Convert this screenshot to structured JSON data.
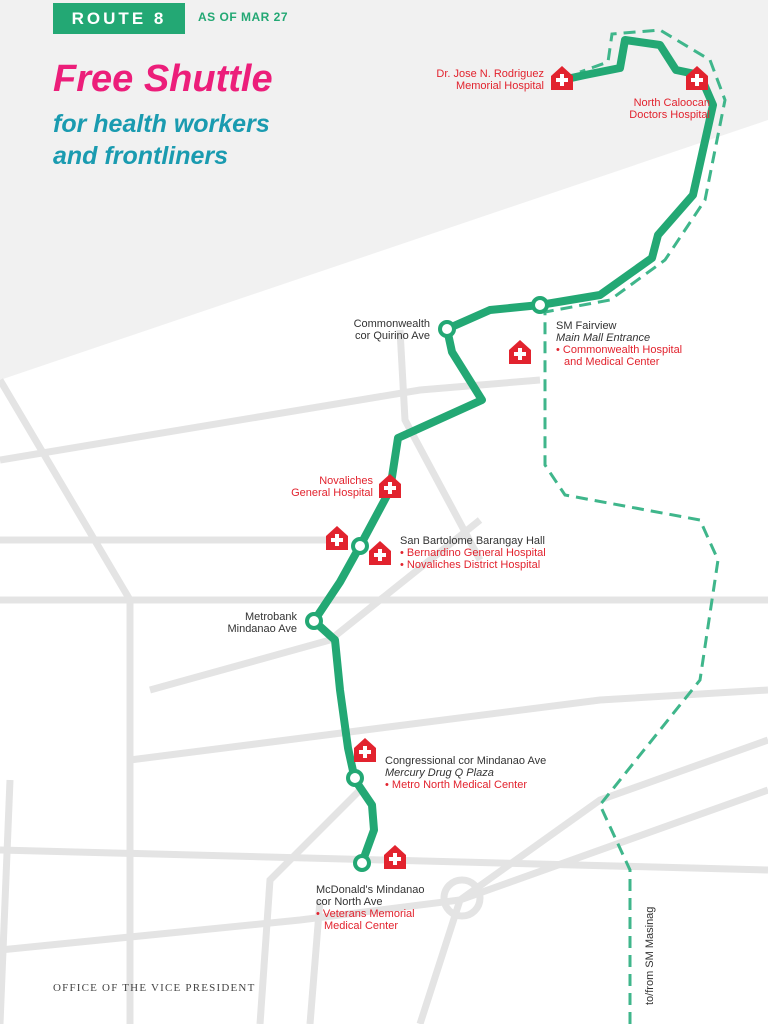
{
  "header": {
    "route_label": "ROUTE 8",
    "as_of": "AS OF MAR 27",
    "title": "Free Shuttle",
    "subtitle_line1": "for health workers",
    "subtitle_line2": "and frontliners"
  },
  "colors": {
    "route": "#23a874",
    "title": "#ec1e7a",
    "subtitle": "#1a9bb0",
    "hospital": "#e2232e"
  },
  "stops": {
    "rodriguez": {
      "hospital_line1": "Dr. Jose N. Rodriguez",
      "hospital_line2": "Memorial Hospital"
    },
    "caloocan": {
      "hospital_line1": "North Caloocan",
      "hospital_line2": "Doctors Hospital"
    },
    "fairview": {
      "name": "SM Fairview",
      "detail": "Main Mall Entrance",
      "hospital_line1": "• Commonwealth Hospital",
      "hospital_line2": "and Medical Center"
    },
    "commonwealth": {
      "name_line1": "Commonwealth",
      "name_line2": "cor Quirino Ave"
    },
    "novaliches": {
      "hospital_line1": "Novaliches",
      "hospital_line2": "General Hospital"
    },
    "san_bartolome": {
      "name": "San Bartolome Barangay Hall",
      "hospital1": "• Bernardino General Hospital",
      "hospital2": "• Novaliches District Hospital"
    },
    "metrobank": {
      "name_line1": "Metrobank",
      "name_line2": "Mindanao Ave"
    },
    "congressional": {
      "name": "Congressional cor Mindanao Ave",
      "detail": "Mercury Drug Q Plaza",
      "hospital": "• Metro North Medical Center"
    },
    "mcdonalds": {
      "name_line1": "McDonald's Mindanao",
      "name_line2": "cor North Ave",
      "hospital_line1": "• Veterans Memorial",
      "hospital_line2": "Medical Center"
    }
  },
  "dashed_route_label": "to/from SM Masinag",
  "footer": "OFFICE OF THE VICE PRESIDENT"
}
